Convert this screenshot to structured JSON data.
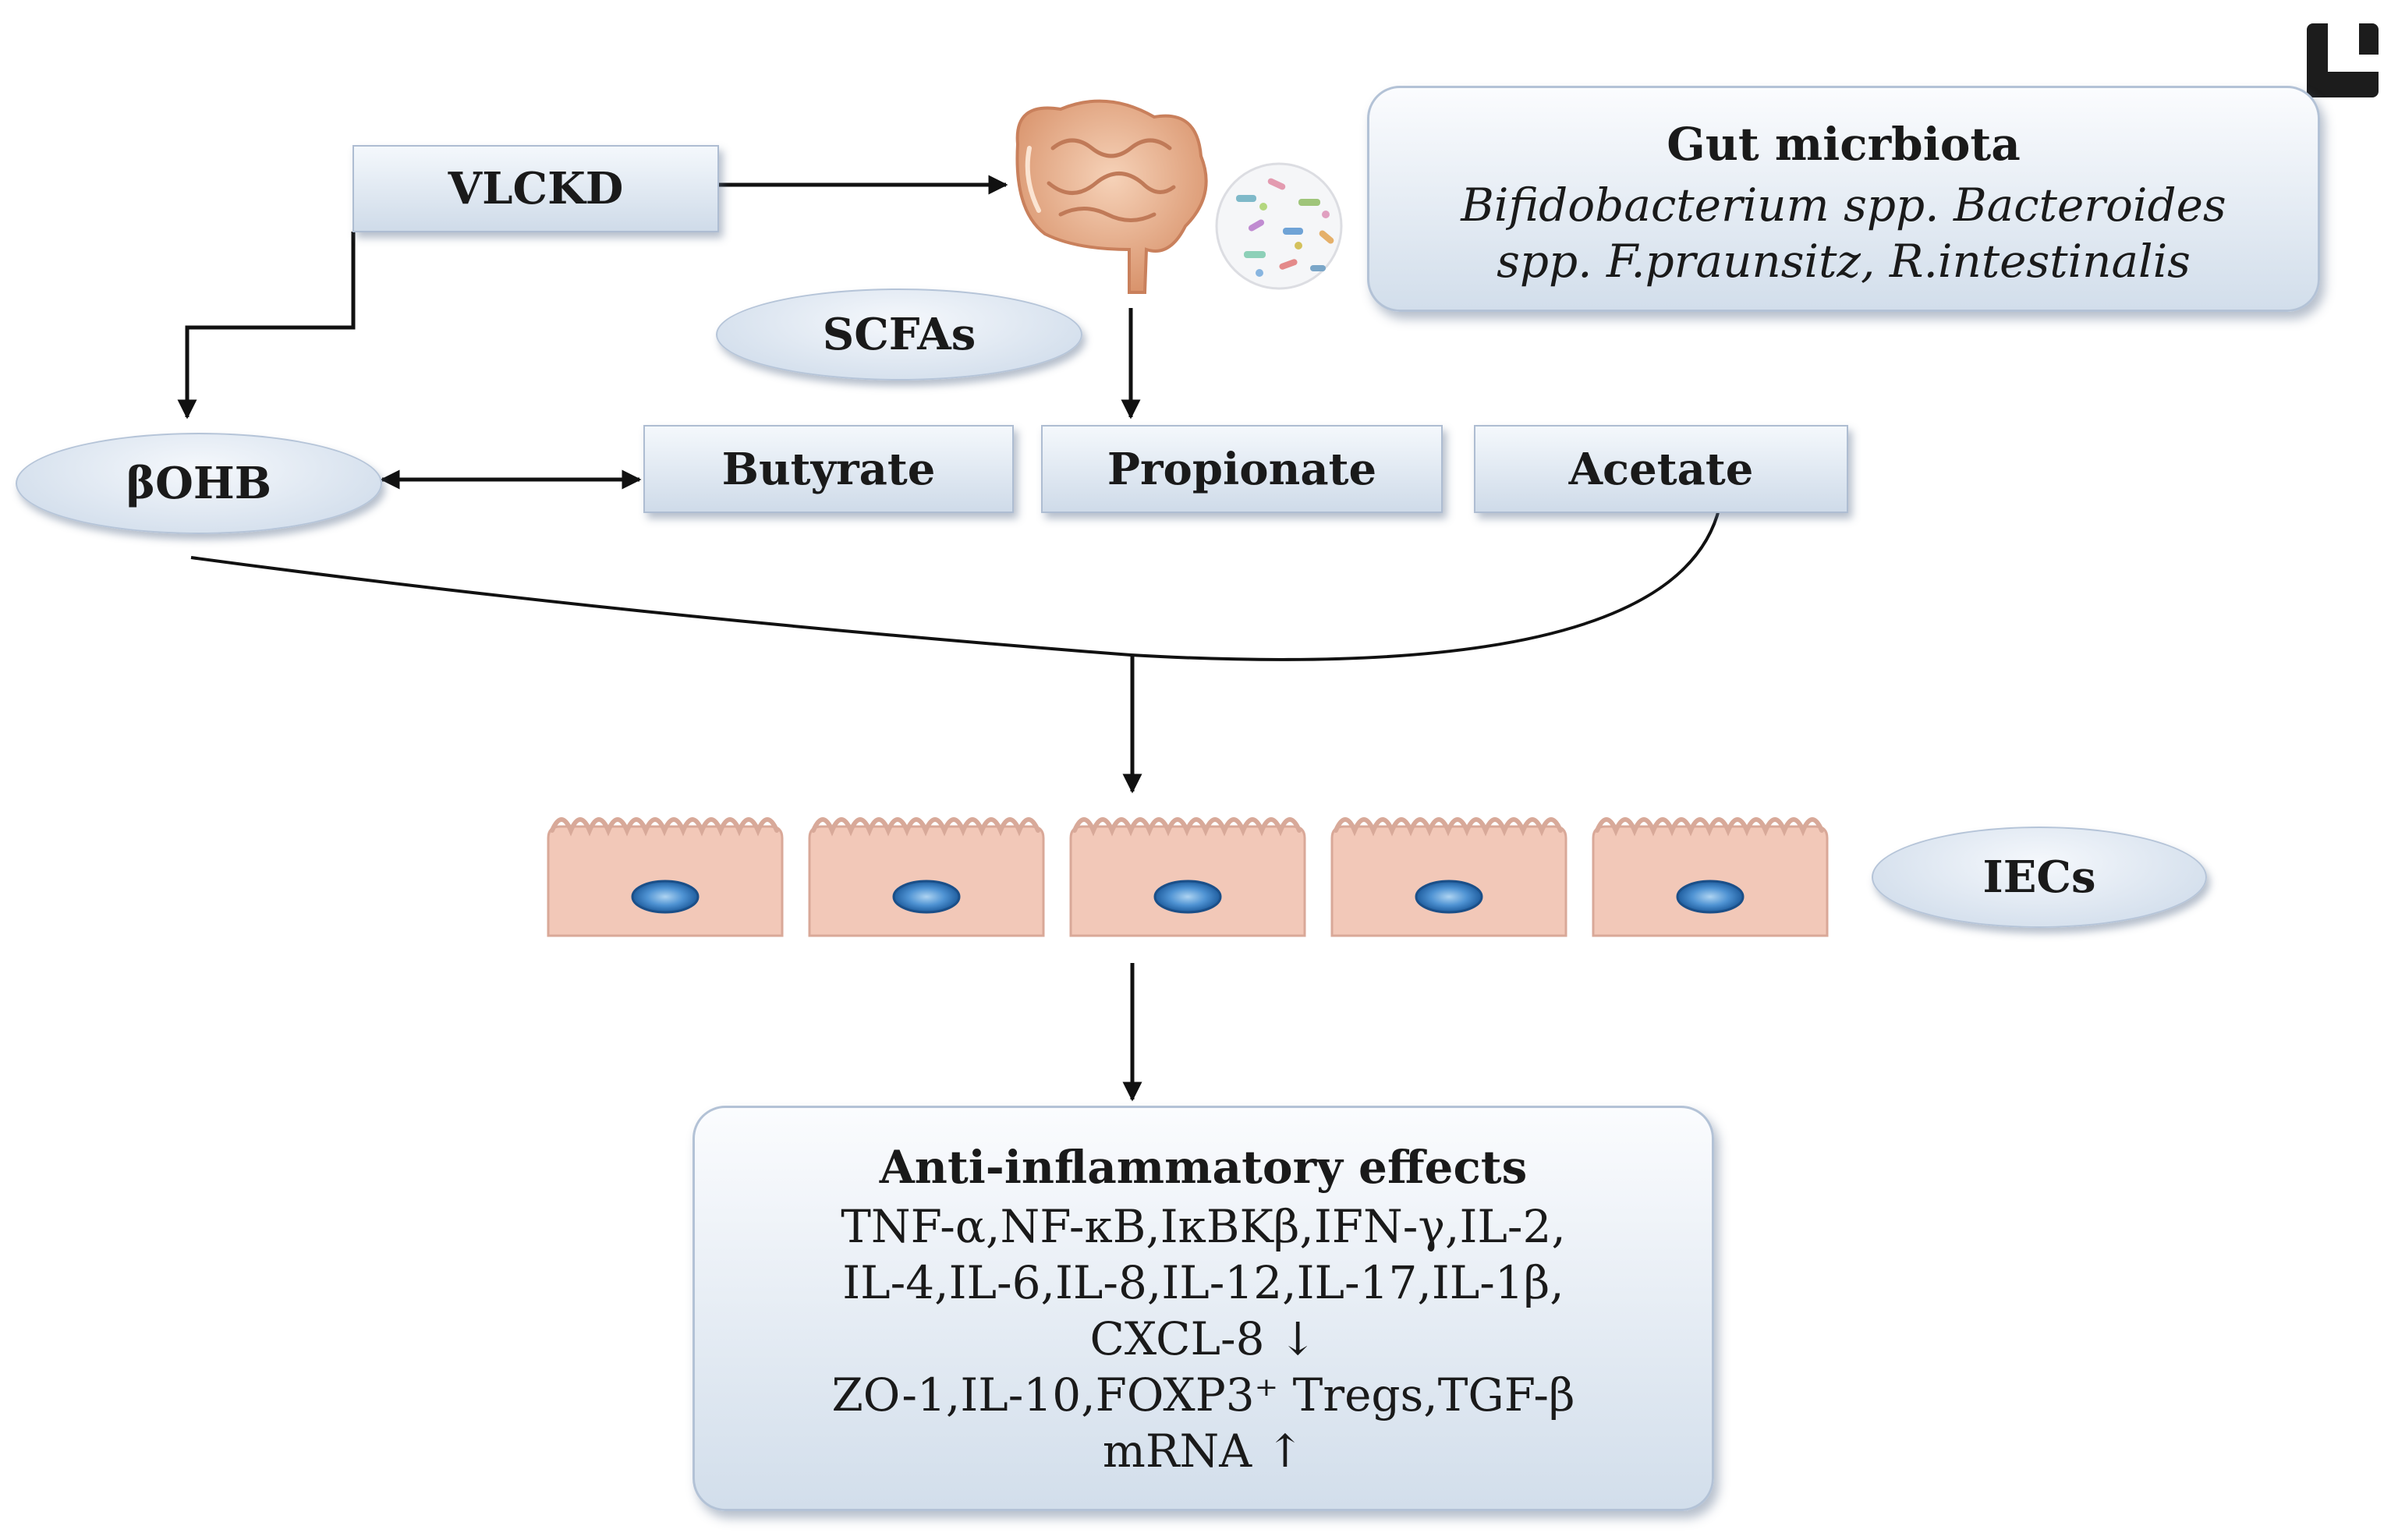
{
  "nodes": {
    "vlckd": "VLCKD",
    "scfas": "SCFAs",
    "bohb": "βOHB",
    "butyrate": "Butyrate",
    "propionate": "Propionate",
    "acetate": "Acetate",
    "iecs": "IECs"
  },
  "gut_microbiota": {
    "title": "Gut micrbiota",
    "line1": "Bifidobacterium spp. Bacteroides",
    "line2": "spp.  F.praunsitz, R.intestinalis"
  },
  "anti_inflammatory": {
    "title": "Anti-inflammatory effects",
    "lines": [
      "TNF-α,NF-κB,IκBKβ,IFN-γ,IL-2,",
      "IL-4,IL-6,IL-8,IL-12,IL-17,IL-1β,",
      "CXCL-8 ↓",
      "ZO-1,IL-10,FOXP3⁺ Tregs,TGF-β",
      "mRNA ↑"
    ]
  },
  "colors": {
    "box_fill": "#dbe5f0",
    "box_border": "#aebdd2",
    "cell_fill": "#f2c6b6",
    "nucleus": "#3d7fc4"
  },
  "icons": [
    "intestine-icon",
    "bacteria-icon",
    "epithelial-cell-icon",
    "corner-logo-icon"
  ]
}
